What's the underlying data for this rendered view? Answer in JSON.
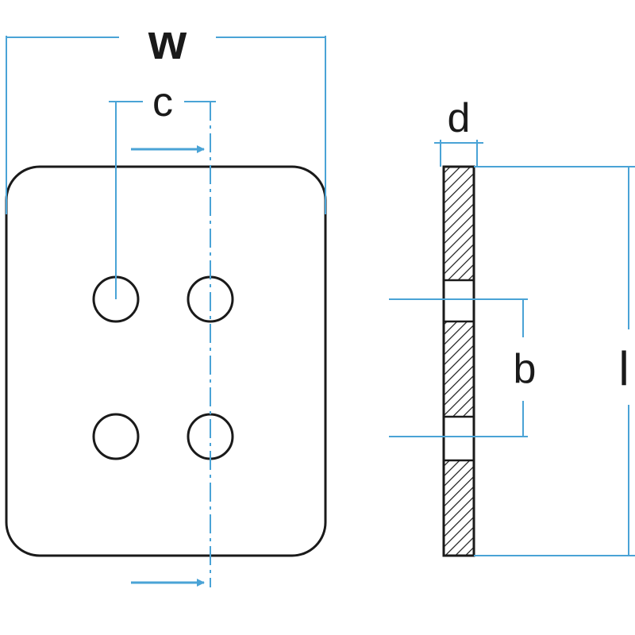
{
  "labels": {
    "w": "w",
    "c": "c",
    "d": "d",
    "b": "b",
    "l": "l"
  },
  "colors": {
    "outline": "#1a1a1a",
    "dimension": "#4aa3d6",
    "background": "#ffffff"
  }
}
